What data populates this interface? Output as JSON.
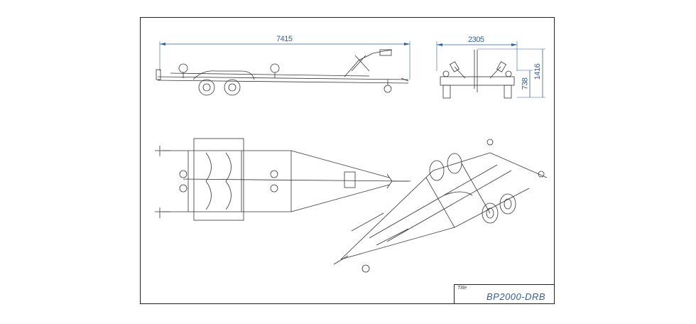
{
  "drawing": {
    "dimensions": {
      "side_length": "7415",
      "front_width": "2305",
      "front_height_low": "738",
      "front_height_total": "1416"
    },
    "title_block": {
      "label": "Title",
      "value": "BP2000-DRB"
    },
    "colors": {
      "dimension": "#2f5fa0",
      "line": "#222222"
    }
  }
}
